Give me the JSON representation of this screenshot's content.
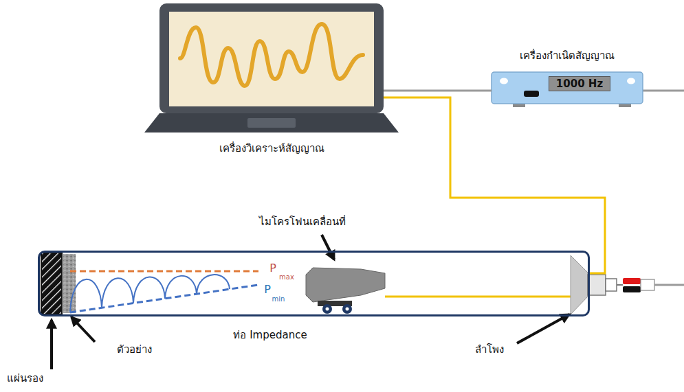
{
  "diagram": {
    "nodes": [
      {
        "text": [
          "เครื่องวิเคราะห์สัญญาณ"
        ]
      },
      {
        "text": [
          "เครื่องกำเนิดสัญญาณ",
          "1000 Hz"
        ]
      },
      {
        "text": [
          "ท่อ Impedance"
        ]
      }
    ],
    "edges": [
      {
        "from": 0,
        "to": 1,
        "arrow": "none"
      },
      {
        "from": 0,
        "to": 2,
        "arrow": "none"
      }
    ],
    "labels": [
      "ไมโครโฟนเคลื่อนที่",
      "ตัวอย่าง",
      "แผ่นรอง",
      "ลำโพง",
      "P",
      "max",
      "P",
      "min"
    ]
  }
}
